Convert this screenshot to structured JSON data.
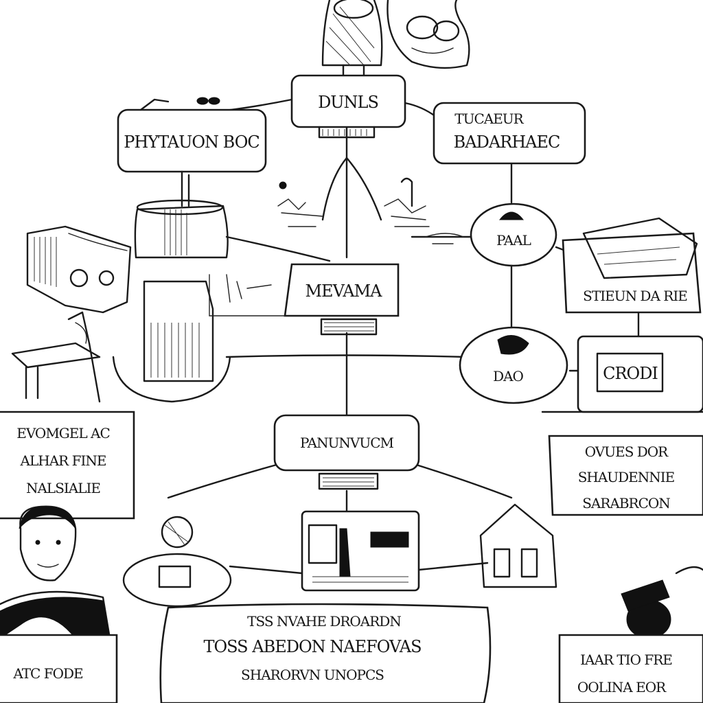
{
  "nodes": {
    "top_center": "DUNLS",
    "top_left": "PHYTAUON BOC",
    "top_right_line1": "TUCAEUR",
    "top_right_line2": "BADARHAEC",
    "middle_center": "MEVAMA",
    "right_circle_upper": "PAAL",
    "right_circle_lower": "DAO",
    "right_box": "STIEUN DA RIE",
    "right_screen": "CRODI",
    "lower_center": "PANUNVUCM",
    "left_note_line1": "EVOMGEL AC",
    "left_note_line2": "ALHAR FINE",
    "left_note_line3": "NALSIALIE",
    "right_note_line1": "OVUES DOR",
    "right_note_line2": "SHAUDENNIE",
    "right_note_line3": "SARABRCON",
    "bottom_center_line1": "TSS NVAHE DROARDN",
    "bottom_center_line2": "TOSS ABEDON NAEFOVAS",
    "bottom_center_line3": "SHARORVN UNOPCS",
    "bottom_left": "ATC FODE",
    "bottom_right_line1": "IAAR TIO FRE",
    "bottom_right_line2": "OOLINA EOR"
  }
}
